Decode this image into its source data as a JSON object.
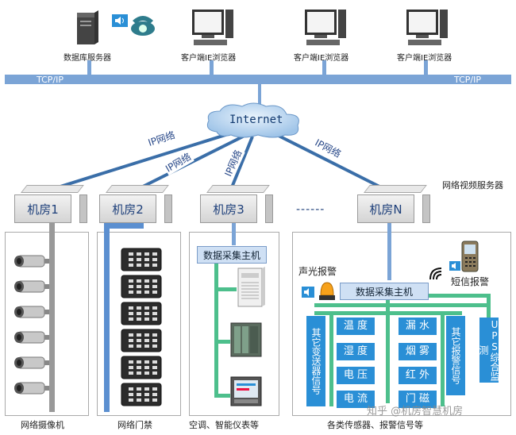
{
  "top_devices": {
    "db_server_label": "数据库服务器",
    "client_label_1": "客户端IE浏览器",
    "client_label_2": "客户端IE浏览器",
    "client_label_3": "客户端IE浏览器"
  },
  "bus": {
    "left_label": "TCP/IP",
    "right_label": "TCP/IP"
  },
  "cloud": {
    "label": "Internet"
  },
  "links": {
    "ip1": "IP网络",
    "ip2": "IP网络",
    "ip3": "IP网络",
    "ip4": "IP网络"
  },
  "video_server_label": "网络视频服务器",
  "rooms": {
    "room1": "机房1",
    "room2": "机房2",
    "room3": "机房3",
    "roomN": "机房N",
    "ellipsis": "------"
  },
  "panel3": {
    "host": "数据采集主机",
    "bottom": "空调、智能仪表等"
  },
  "panelN": {
    "host": "数据采集主机",
    "sound_alarm": "声光报警",
    "sms_alarm": "短信报警",
    "other_transmitter": "其它变送器信号",
    "other_alarm": "其它报警信号",
    "ups": "UPS综合监测",
    "sensors": [
      "温 度",
      "湿 度",
      "电 压",
      "电 流",
      "漏 水",
      "烟 雾",
      "红 外",
      "门 磁"
    ],
    "bottom": "各类传感器、报警信号等"
  },
  "panel1": {
    "bottom": "网络摄像机"
  },
  "panel2": {
    "bottom": "网络门禁"
  },
  "watermark": "知乎 @机房智慧机房"
}
